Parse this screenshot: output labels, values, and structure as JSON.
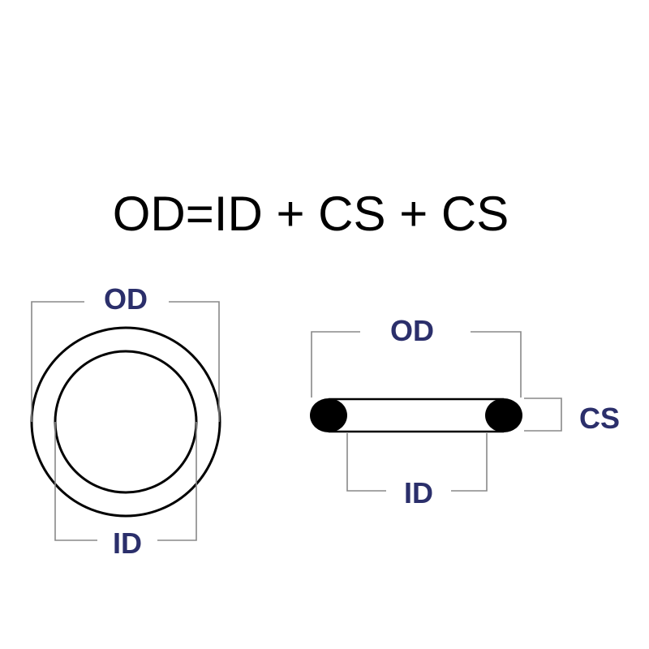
{
  "formula": "OD=ID + CS + CS",
  "front_view": {
    "od_label": "OD",
    "id_label": "ID"
  },
  "side_view": {
    "od_label": "OD",
    "id_label": "ID",
    "cs_label": "CS"
  },
  "colors": {
    "label": "#2b2f6b",
    "dimension_line": "#888888",
    "outline": "#000000",
    "text": "#000000"
  }
}
